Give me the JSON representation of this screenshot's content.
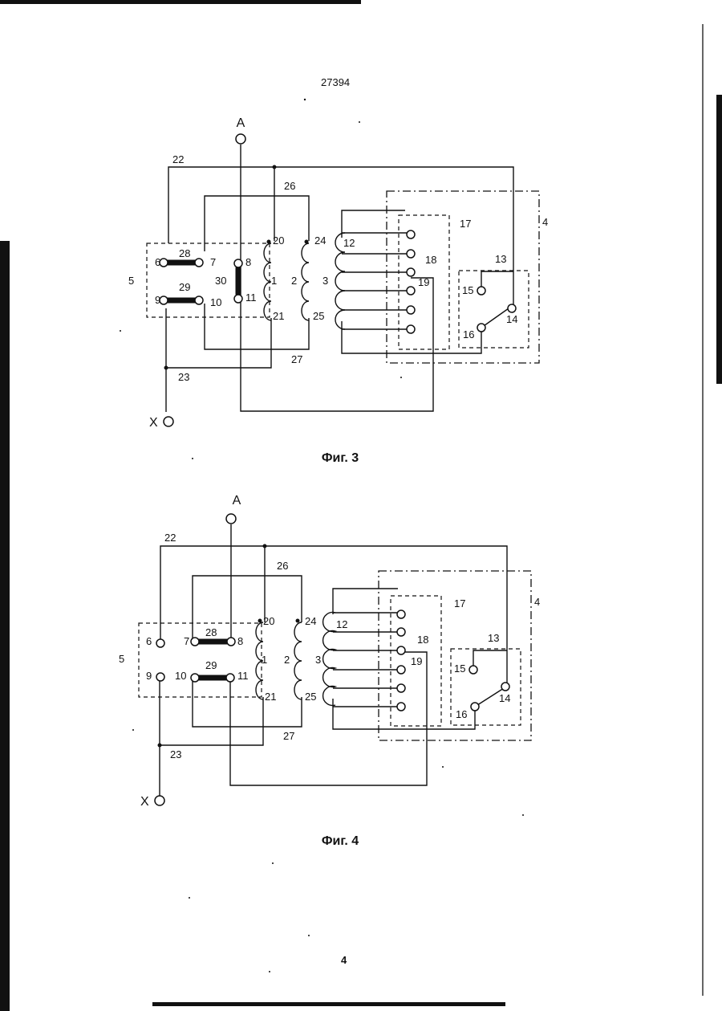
{
  "page": {
    "doc_number": "27394",
    "page_number": "4"
  },
  "fig3": {
    "caption": "Фиг. 3",
    "labels": {
      "A": "A",
      "X": "X",
      "n1": "1",
      "n2": "2",
      "n3": "3",
      "n4": "4",
      "n5": "5",
      "n6": "6",
      "n7": "7",
      "n8": "8",
      "n9": "9",
      "n10": "10",
      "n11": "11",
      "n12": "12",
      "n13": "13",
      "n14": "14",
      "n15": "15",
      "n16": "16",
      "n17": "17",
      "n18": "18",
      "n19": "19",
      "n20": "20",
      "n21": "21",
      "n22": "22",
      "n23": "23",
      "n24": "24",
      "n25": "25",
      "n26": "26",
      "n27": "27",
      "n28": "28",
      "n29": "29",
      "n30": "30"
    }
  },
  "fig4": {
    "caption": "Фиг. 4",
    "labels": {
      "A": "A",
      "X": "X",
      "n1": "1",
      "n2": "2",
      "n3": "3",
      "n4": "4",
      "n5": "5",
      "n6": "6",
      "n7": "7",
      "n8": "8",
      "n9": "9",
      "n10": "10",
      "n11": "11",
      "n12": "12",
      "n13": "13",
      "n14": "14",
      "n15": "15",
      "n16": "16",
      "n17": "17",
      "n18": "18",
      "n19": "19",
      "n20": "20",
      "n21": "21",
      "n22": "22",
      "n23": "23",
      "n24": "24",
      "n25": "25",
      "n26": "26",
      "n27": "27",
      "n28": "28",
      "n29": "29"
    }
  }
}
